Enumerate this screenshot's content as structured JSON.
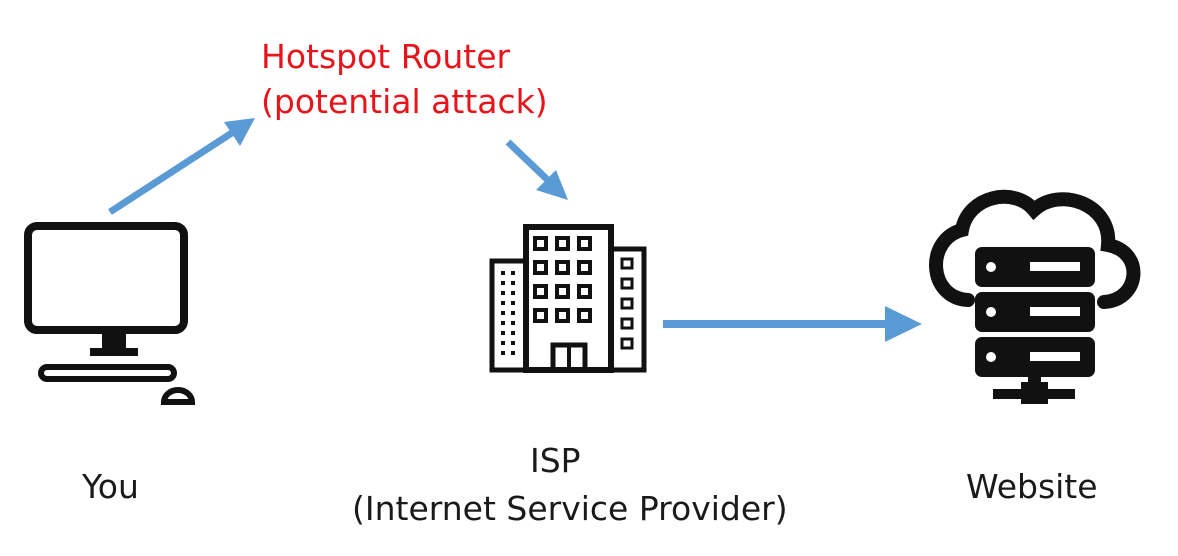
{
  "labels": {
    "router_line1": "Hotspot Router",
    "router_line2": "(potential attack)",
    "you": "You",
    "isp_line1": "ISP",
    "isp_line2": "(Internet Service Provider)",
    "website": "Website"
  },
  "colors": {
    "arrow": "#5b9bd5",
    "warning_text": "#e8141c",
    "icon_stroke": "#111111",
    "text": "#1a1a1a"
  },
  "icons": {
    "computer": "desktop-computer-icon",
    "isp": "office-building-icon",
    "website": "cloud-server-icon"
  }
}
